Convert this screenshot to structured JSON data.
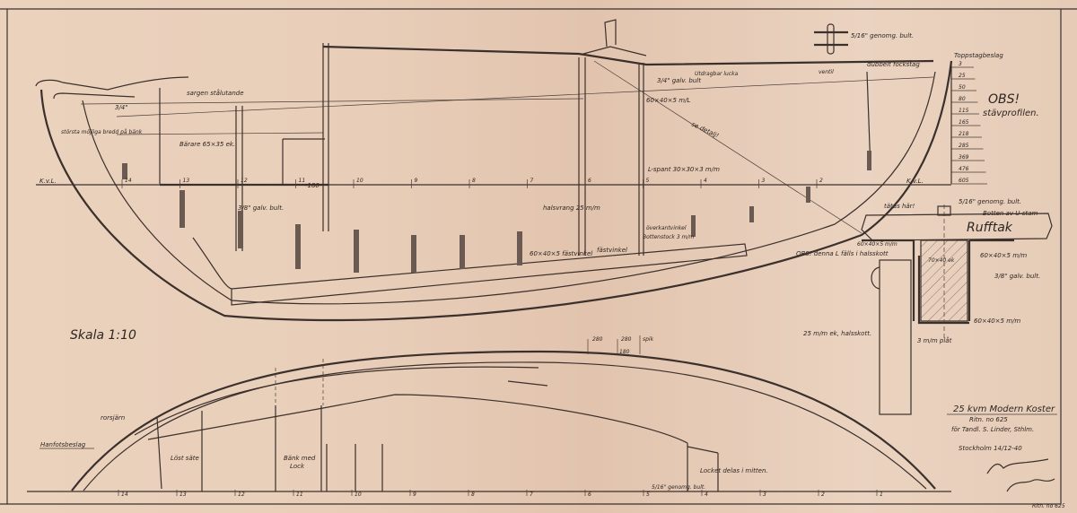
{
  "profile": {
    "sheer_note": "sargen stålutande",
    "bench_note": "största möjliga bredd på bänk",
    "beam_note": "Bärare 65×35 ek.",
    "lwl_left": "K.v.L.",
    "lwl_right": "K.v.L.",
    "dim_180": "-180-",
    "bolt_lower": "3/8\" galv. bult.",
    "bolt_top_left": "3/4\"",
    "frame_note": "L-spant 30×30×3 m/m",
    "halsvrang": "halsvrang 25 m/m",
    "overkant": "överkantvinkel",
    "bottenstock": "Bottenstock 3 m/m",
    "fastvinkel_1": "60×40×5 fästvinkel",
    "fastvinkel_2": "fästvinkel",
    "hatch": "Utdragbar lucka",
    "hatch_bolt": "3/4\" galv. bult",
    "angle_note": "60×40×5 m/L",
    "see_detail": "se detalj!",
    "ventil": "ventil",
    "forestay": "dubbelt fockstag",
    "topstay": "Toppstagbeslag",
    "through_bolt_top": "5/16\" genomg. bult.",
    "stations": [
      "14",
      "13",
      "12",
      "11",
      "10",
      "9",
      "8",
      "7",
      "6",
      "5",
      "4",
      "3",
      "2"
    ],
    "stem_offsets": [
      "3",
      "25",
      "50",
      "80",
      "115",
      "165",
      "218",
      "285",
      "369",
      "476",
      "605"
    ],
    "obs": "OBS!",
    "obs_note": "stävprofilen."
  },
  "detail": {
    "seal": "tätas här!",
    "through_bolt": "5/16\" genomg. bult.",
    "bottom": "Botten av U-stam",
    "roof": "Rufftak",
    "small_angle": "60×40×5 m/m",
    "obs_angle": "OBS! denna L fälls i halsskott",
    "oak": "70×40 ek",
    "angle_right": "60×40×5 m/m",
    "galv_bolt": "3/8\" galv. bult.",
    "angle_bottom": "60×40×5 m/m",
    "bulkhead": "25 m/m ek, halsskott.",
    "plate": "3 m/m plåt"
  },
  "plan": {
    "scale": "Skala 1:10",
    "dims": [
      "280",
      "280",
      "180",
      "spik"
    ],
    "rudder_iron": "rorsjärn",
    "heel_fitting": "Hanfotsbeslag",
    "loose_seat": "Löst säte",
    "bench_1": "Bänk med",
    "bench_2": "Lock",
    "lid_split": "Locket delas i mitten.",
    "bolt": "5/16\" genomg. bult.",
    "stations": [
      "14",
      "13",
      "12",
      "11",
      "10",
      "9",
      "8",
      "7",
      "6",
      "5",
      "4",
      "3",
      "2",
      "1"
    ]
  },
  "title_block": {
    "title": "25 kvm Modern Koster",
    "drawing_no": "Ritn. no 625",
    "client": "för Tandl. S. Linder, Sthlm.",
    "place_date": "Stockholm 14/12-40",
    "signature": "Gösta Törnberg",
    "footer_no": "Ritn. no 625"
  }
}
